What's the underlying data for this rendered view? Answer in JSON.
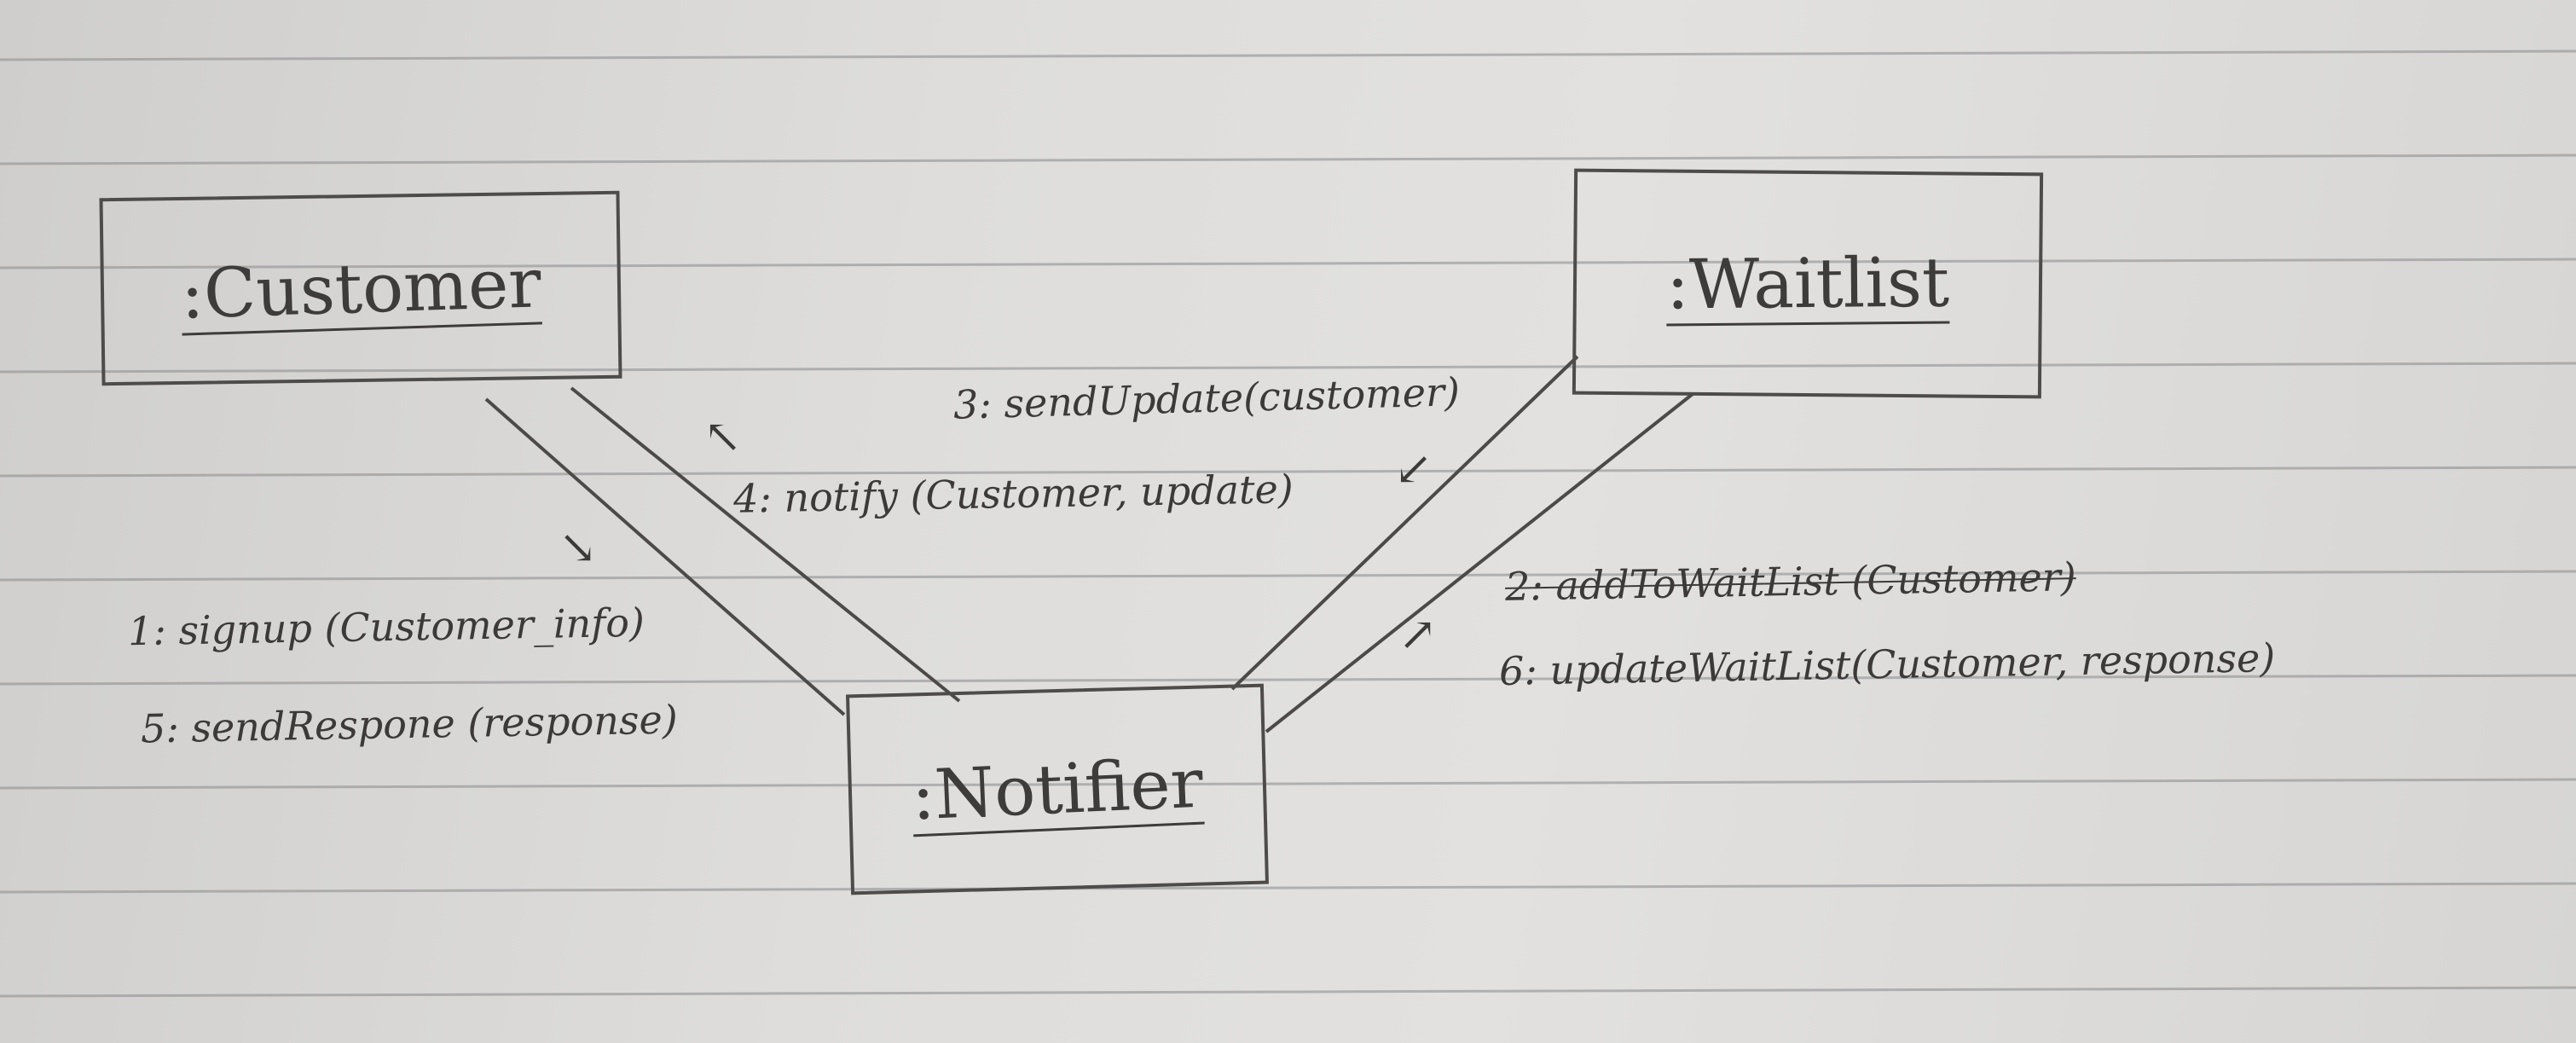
{
  "objects": {
    "customer": ":Customer",
    "waitlist": ":Waitlist",
    "notifier": ":Notifier"
  },
  "messages": {
    "m1": "1: signup (Customer_info)",
    "m2": "2: addToWaitList (Customer)",
    "m3": "3: sendUpdate(customer)",
    "m4": "4: notify (Customer, update)",
    "m5": "5: sendRespone (response)",
    "m6": "6: updateWaitList(Customer, response)"
  },
  "arrows": {
    "to_notifier_from_customer": "↘",
    "to_customer": "↖",
    "to_notifier_from_waitlist": "↙",
    "to_waitlist": "↗"
  },
  "colors": {
    "ink": "#3b3a38",
    "paper": "#dedddb",
    "ruled_line": "#8f8f92"
  }
}
